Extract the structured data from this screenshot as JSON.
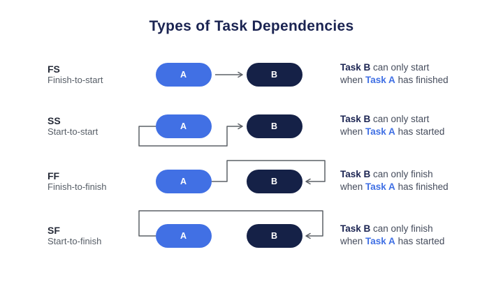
{
  "title": "Types of Task Dependencies",
  "colors": {
    "title_navy": "#1B2452",
    "task_a_blue": "#4170E4",
    "task_b_navy": "#152147",
    "connector_gray": "#5C6066",
    "body_text": "#454C5C"
  },
  "rows": [
    {
      "abbr": "FS",
      "name": "Finish-to-start",
      "task_a": "A",
      "task_b": "B",
      "desc": {
        "task_b": "Task B",
        "line1_rest": " can only start",
        "line2_start": "when ",
        "task_a": "Task A",
        "line2_rest": " has finished"
      }
    },
    {
      "abbr": "SS",
      "name": "Start-to-start",
      "task_a": "A",
      "task_b": "B",
      "desc": {
        "task_b": "Task B",
        "line1_rest": " can only start",
        "line2_start": "when ",
        "task_a": "Task A",
        "line2_rest": " has started"
      }
    },
    {
      "abbr": "FF",
      "name": "Finish-to-finish",
      "task_a": "A",
      "task_b": "B",
      "desc": {
        "task_b": "Task B",
        "line1_rest": " can only finish",
        "line2_start": "when ",
        "task_a": "Task A",
        "line2_rest": " has finished"
      }
    },
    {
      "abbr": "SF",
      "name": "Start-to-finish",
      "task_a": "A",
      "task_b": "B",
      "desc": {
        "task_b": "Task B",
        "line1_rest": " can only finish",
        "line2_start": "when ",
        "task_a": "Task A",
        "line2_rest": " has started"
      }
    }
  ]
}
